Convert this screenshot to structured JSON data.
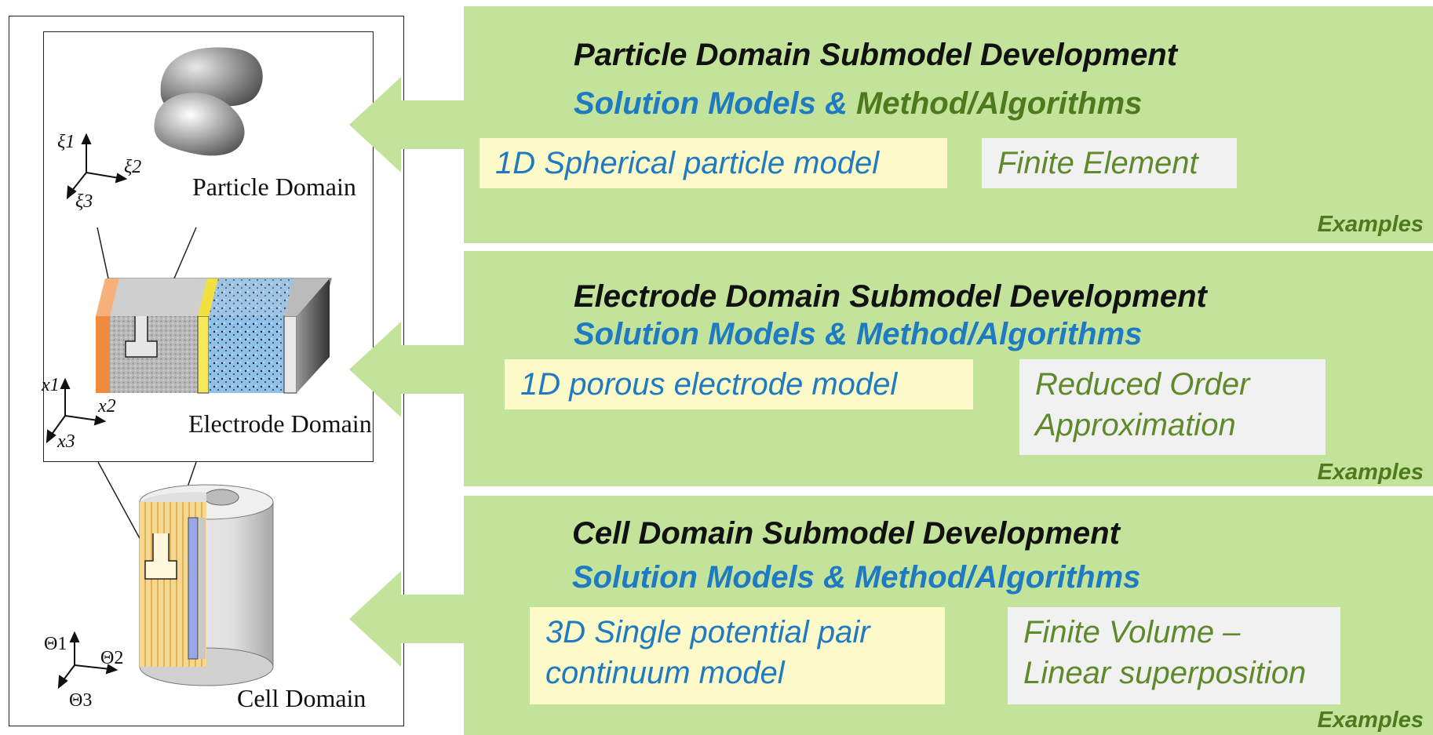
{
  "left_figure": {
    "particle_label": "Particle Domain",
    "electrode_label": "Electrode Domain",
    "cell_label": "Cell Domain",
    "particle_axes": [
      "ξ1",
      "ξ2",
      "ξ3"
    ],
    "electrode_axes": [
      "x1",
      "x2",
      "x3"
    ],
    "cell_axes": [
      "Θ1",
      "Θ2",
      "Θ3"
    ]
  },
  "panels": [
    {
      "title": "Particle Domain Submodel Development",
      "subtitle_a": "Solution Models &",
      "subtitle_b": " Method/Algorithms",
      "model": "1D Spherical particle model",
      "method": "Finite Element",
      "examples": "Examples"
    },
    {
      "title": "Electrode Domain Submodel Development",
      "subtitle_a": "Solution Models & Method/Algorithms",
      "model": "1D porous electrode model",
      "method_line1": "Reduced Order",
      "method_line2": "Approximation",
      "examples": "Examples"
    },
    {
      "title": "Cell Domain Submodel Development",
      "subtitle_a": "Solution Models & Method/Algorithms",
      "model_line1": "3D Single potential pair",
      "model_line2": "continuum model",
      "method_line1": "Finite Volume –",
      "method_line2": "Linear superposition",
      "examples": "Examples"
    }
  ],
  "colors": {
    "panel_bg": "#c3e39b",
    "model_blue": "#1f7ac2",
    "method_green": "#5f8a2b",
    "model_box": "#fdf9c8",
    "method_box": "#f1f1f1"
  }
}
